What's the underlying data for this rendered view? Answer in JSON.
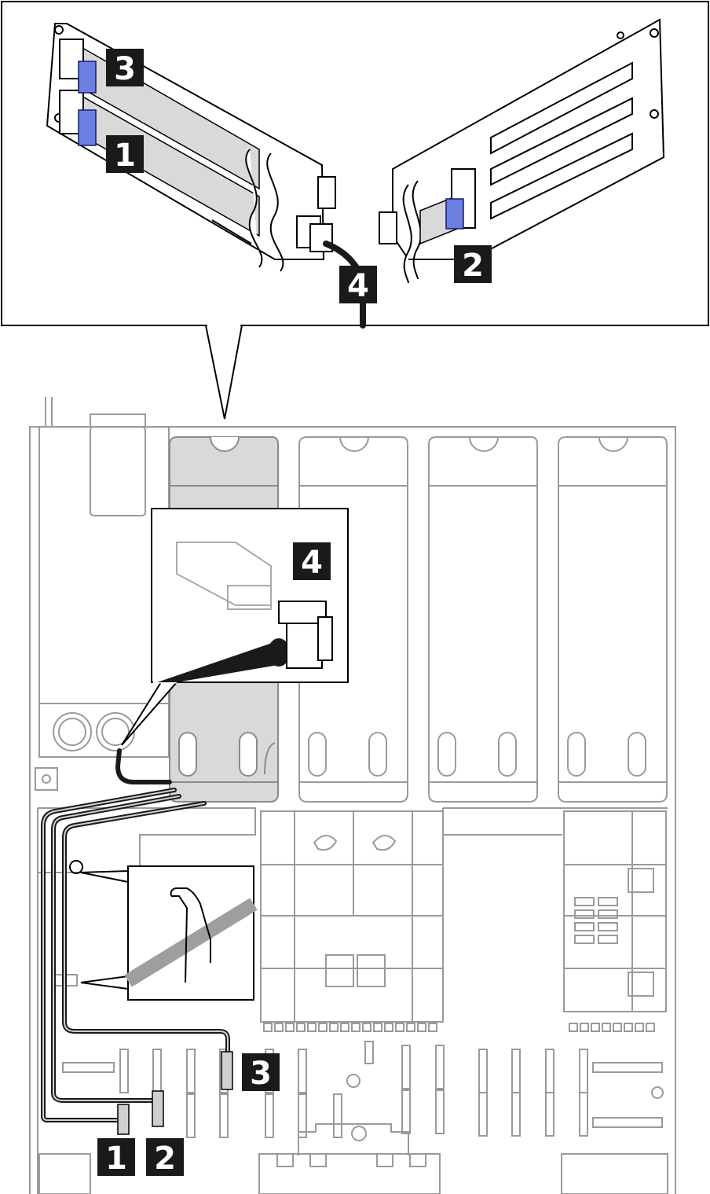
{
  "diagram": {
    "top_inset_callouts": [
      "3",
      "1",
      "4",
      "2"
    ],
    "chassis_callouts": [
      "4",
      "3",
      "1",
      "2"
    ]
  }
}
